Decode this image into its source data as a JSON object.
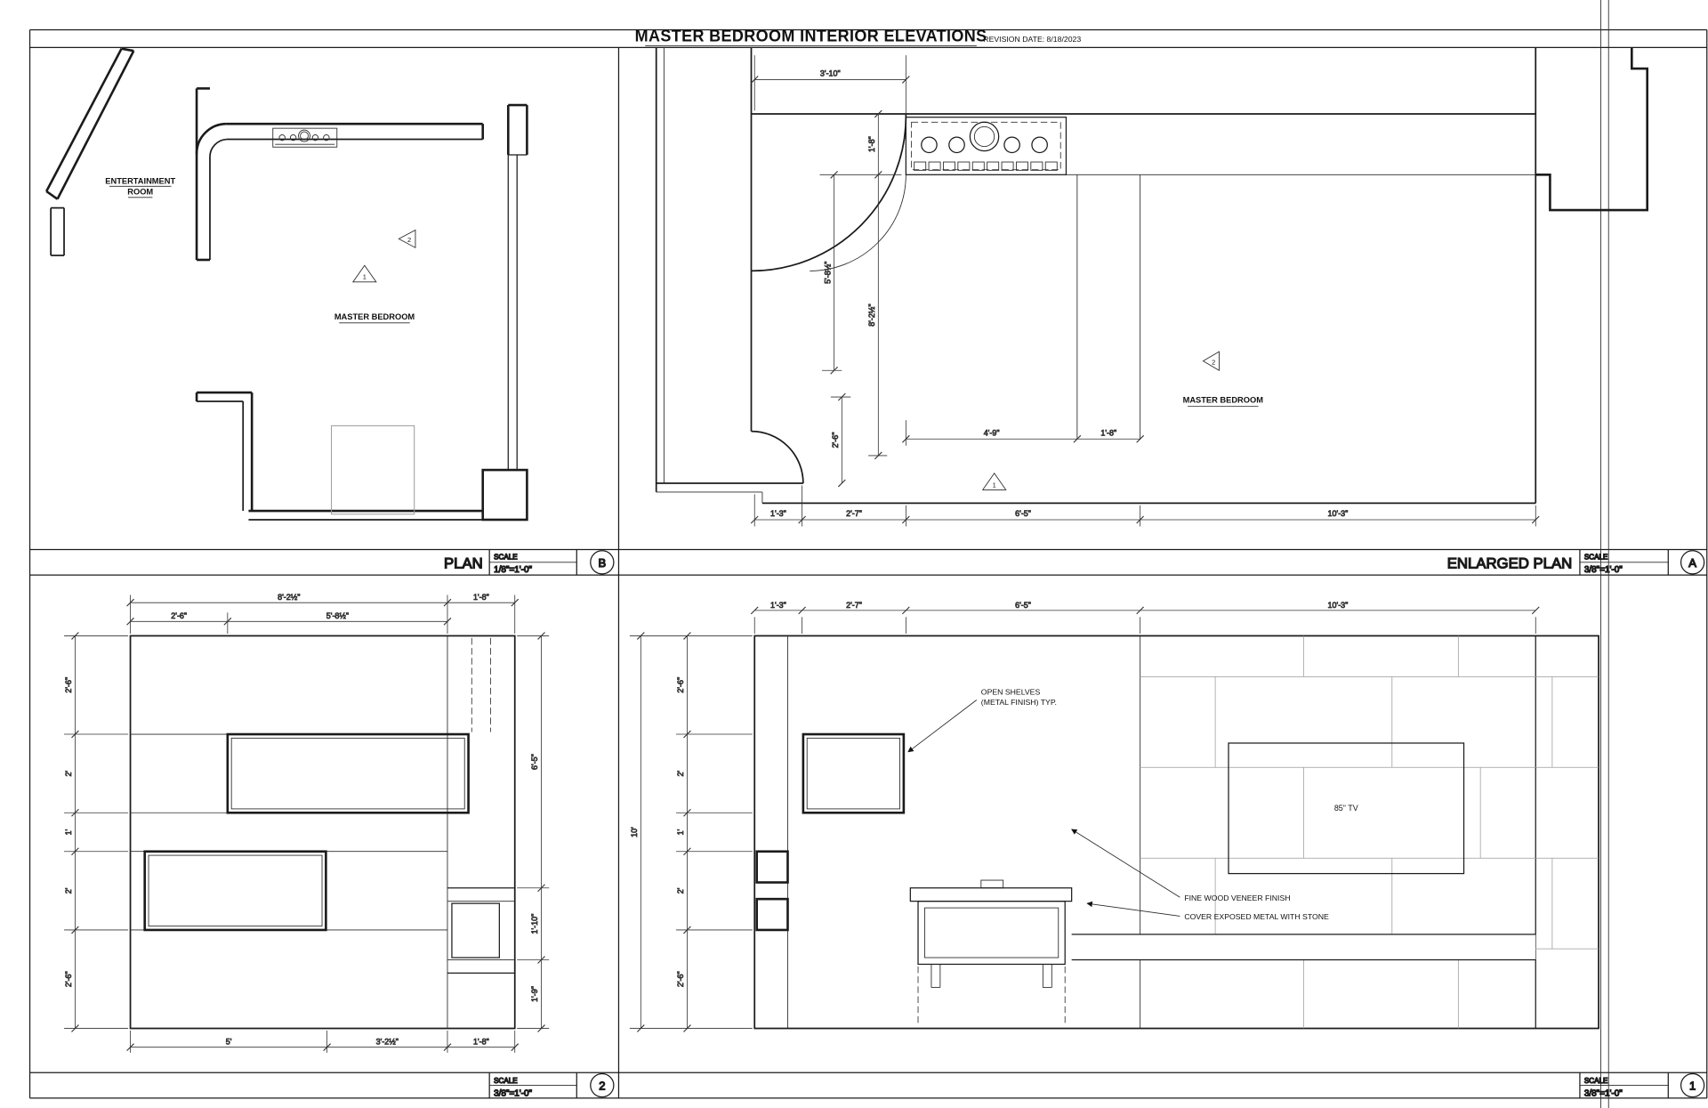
{
  "style": {
    "ink": "#1b1b1b",
    "glass_fill": "#d9d9d9"
  },
  "sheet": {
    "title": "MASTER BEDROOM INTERIOR ELEVATIONS",
    "revision": "REVISION DATE: 8/18/2023"
  },
  "plan_b": {
    "title": "PLAN",
    "scale_label": "SCALE",
    "scale_value": "1/8\"=1'-0\"",
    "ref": "B",
    "entertainment_line1": "ENTERTAINMENT",
    "entertainment_line2": "ROOM",
    "master_bedroom": "MASTER BEDROOM",
    "marker_1": "1",
    "marker_2": "2"
  },
  "plan_a": {
    "title": "ENLARGED PLAN",
    "scale_label": "SCALE",
    "scale_value": "3/8\"=1'-0\"",
    "ref": "A",
    "master_bedroom": "MASTER BEDROOM",
    "marker_1": "1",
    "marker_2": "2",
    "dim_top": "3'-10\"",
    "dim_console_depth": "1'-8\"",
    "dim_v1": "5'-8½\"",
    "dim_v2": "8'-2½\"",
    "dim_v3": "2'-6\"",
    "dim_alcove": "4'-9\"",
    "dim_alcove_side": "1'-8\"",
    "dim_b1": "1'-3\"",
    "dim_b2": "2'-7\"",
    "dim_b3": "6'-5\"",
    "dim_b4": "10'-3\""
  },
  "elev_2": {
    "scale_label": "SCALE",
    "scale_value": "3/8\"=1'-0\"",
    "ref": "2",
    "dim_t1": "8'-2½\"",
    "dim_t2": "1'-8\"",
    "dim_t3": "2'-6\"",
    "dim_t4": "5'-8½\"",
    "dim_l1": "2'-6\"",
    "dim_l2": "2'",
    "dim_l3": "1'",
    "dim_l4": "2'",
    "dim_l5": "2'-6\"",
    "dim_r1": "6'-5\"",
    "dim_r2": "1'-10\"",
    "dim_r3": "1'-9\"",
    "dim_b1": "5'",
    "dim_b2": "3'-2½\"",
    "dim_b3": "1'-8\""
  },
  "elev_1": {
    "scale_label": "SCALE",
    "scale_value": "3/8\"=1'-0\"",
    "ref": "1",
    "dim_t1": "1'-3\"",
    "dim_t2": "2'-7\"",
    "dim_t3": "6'-5\"",
    "dim_t4": "10'-3\"",
    "dim_height": "10'",
    "dim_l1": "2'-6\"",
    "dim_l2": "2'",
    "dim_l3": "1'",
    "dim_l4": "2'",
    "dim_l5": "2'-6\"",
    "note_shelves_1": "OPEN SHELVES",
    "note_shelves_2": "(METAL FINISH) TYP.",
    "tv_label": "85\" TV",
    "note_veneer": "FINE WOOD VENEER FINISH",
    "note_stone": "COVER EXPOSED METAL WITH STONE"
  }
}
